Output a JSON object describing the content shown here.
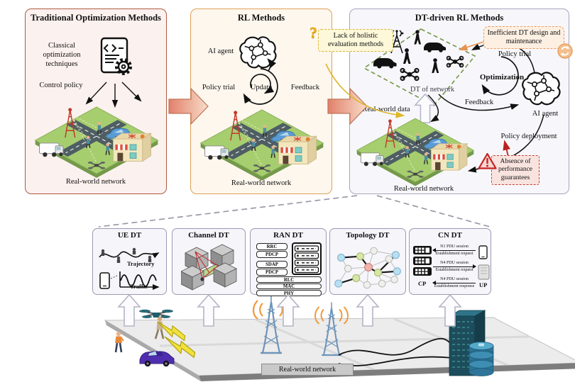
{
  "panel1": {
    "title": "Traditional Optimization Methods",
    "classical": "Classical optimization techniques",
    "control": "Control policy",
    "caption": "Real-world network"
  },
  "panel2": {
    "title": "RL Methods",
    "ai_agent": "AI agent",
    "policy_trial": "Policy trial",
    "update": "Update",
    "feedback": "Feedback",
    "caption": "Real-world network"
  },
  "panel3": {
    "title": "DT-driven RL Methods",
    "question": "?",
    "lack": "Lack of holistic evaluation methods",
    "inefficient": "Inefficient DT design and maintenance",
    "dt_of_network": "DT of network",
    "policy_trial": "Policy trial",
    "optimization": "Optimization",
    "feedback": "Feedback",
    "ai_agent": "AI agent",
    "policy_deployment": "Policy deployment",
    "absence": "Absence of performance guarantees",
    "real_world_data": "Real-world data",
    "caption": "Real-world network"
  },
  "modules": [
    {
      "title": "UE DT",
      "trajectory": "Trajectory",
      "traffic": "Traffic"
    },
    {
      "title": "Channel DT"
    },
    {
      "title": "RAN DT",
      "left_stack": [
        "RRC",
        "PDCP",
        "SDAP",
        "PDCP"
      ],
      "bottom_stack": [
        "RLC",
        "MAC",
        "PHY"
      ]
    },
    {
      "title": "Topology DT"
    },
    {
      "title": "CN DT",
      "cp": "CP",
      "up": "UP",
      "msg1a": "N1 PDU session",
      "msg1b": "Establishment request",
      "msg2a": "N4 PDU session",
      "msg2b": "Establishment request",
      "msg3a": "N4 PDU session",
      "msg3b": "Establishment response"
    }
  ],
  "bottom_caption": "Real-world network",
  "icons": {
    "brain-icon": "ai-agent brain with circuit nodes",
    "city-scene": "isometric real-world network city block",
    "code-gear-icon": "document with code and gear",
    "question-icon": "?",
    "refresh-icon": "circular arrows",
    "warning-icon": "red exclamation triangle",
    "up-arrow-icon": "hollow block arrow up",
    "block-arrow-icon": "salmon block arrow right"
  },
  "colors": {
    "panel1_border": "#b05a43",
    "panel1_bg": "#fbf1ee",
    "panel2_border": "#dfa057",
    "panel2_bg": "#fdf7ee",
    "panel3_border": "#a6a6bf",
    "panel3_bg": "#f7f7fb",
    "accent_yellow": "#d9b42e",
    "accent_orange": "#e89a5f",
    "accent_red": "#c44438",
    "dt_diamond_green": "#7d9a50",
    "module_border": "#9a9ab5"
  }
}
